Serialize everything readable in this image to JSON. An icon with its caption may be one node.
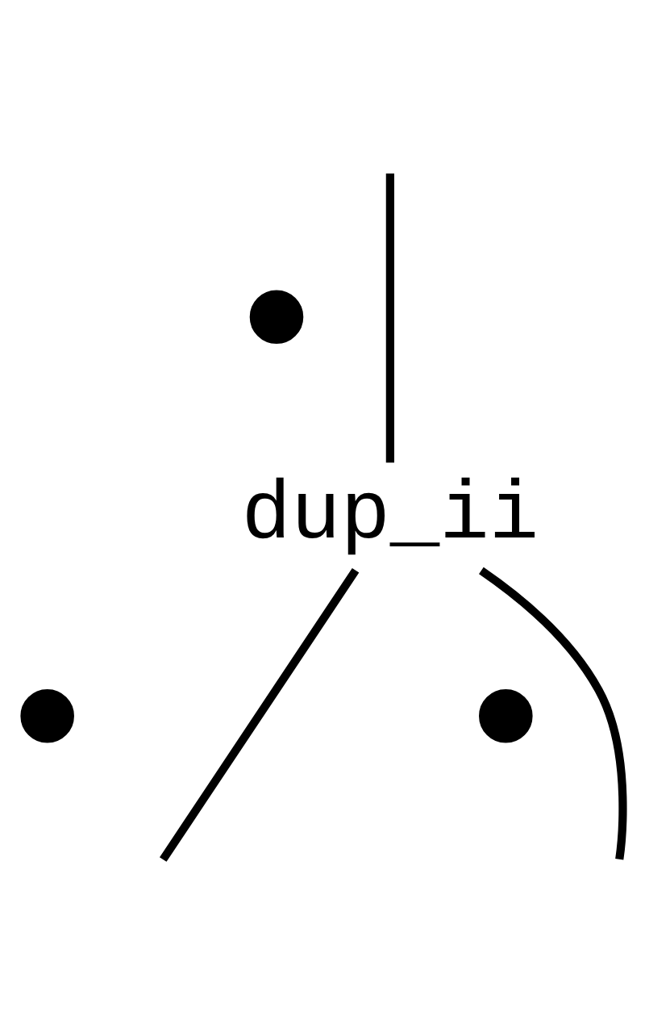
{
  "diagram": {
    "nodes": [
      {
        "text": [],
        "shape": "circle"
      },
      {
        "text": [
          "dup_ii"
        ]
      },
      {
        "text": [],
        "shape": "circle"
      },
      {
        "text": [],
        "shape": "circle"
      }
    ],
    "edges": [
      {
        "from": null,
        "to": 1,
        "arrow": "none"
      },
      {
        "from": 1,
        "to": null,
        "arrow": "none"
      },
      {
        "from": 1,
        "to": null,
        "arrow": "none"
      }
    ]
  }
}
